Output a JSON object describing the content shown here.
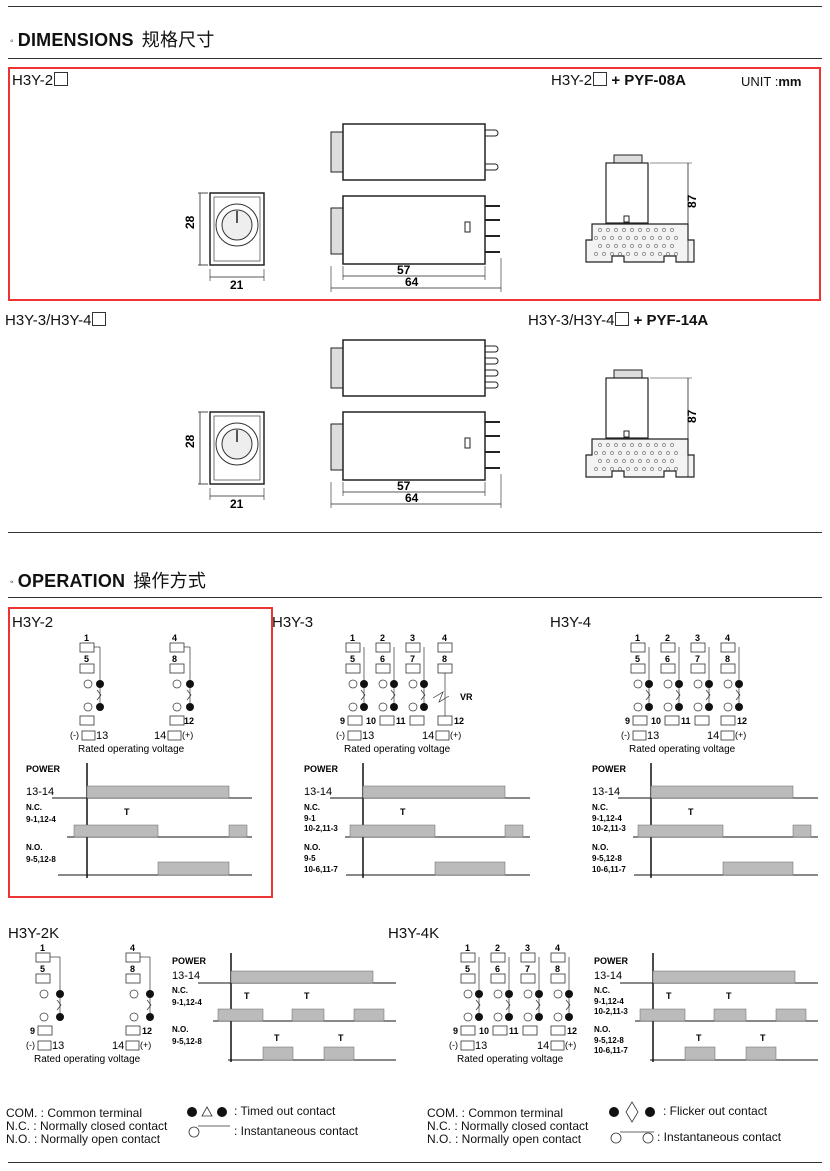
{
  "dimensions": {
    "title": "DIMENSIONS",
    "title_cn": "规格尺寸",
    "top_left_model": "H3Y-2",
    "top_right_model": "H3Y-2",
    "top_right_socket": "+ PYF-08A",
    "unit_label": "UNIT :",
    "unit_value": "mm",
    "bottom_left_model": "H3Y-3/H3Y-4",
    "bottom_right_model": "H3Y-3/H3Y-4",
    "bottom_right_socket": "+ PYF-14A",
    "dim_height": "28",
    "dim_width": "21",
    "dim_body": "57",
    "dim_total": "64",
    "dim_socket_height": "87"
  },
  "operation": {
    "title": "OPERATION",
    "title_cn": "操作方式",
    "models": {
      "h3y2": "H3Y-2",
      "h3y3": "H3Y-3",
      "h3y4": "H3Y-4",
      "h3y2k": "H3Y-2K",
      "h3y4k": "H3Y-4K"
    },
    "rated_voltage": "Rated  operating  voltage",
    "power": "POWER",
    "t1314": "13-14",
    "nc": "N.C.",
    "no": "N.O.",
    "t": "T",
    "vr": "VR",
    "neg": "(-)",
    "pos": "(+)",
    "term13": "13",
    "term14": "14",
    "nc_2": "9-1,12-4",
    "no_2": "9-5,12-8",
    "nc_34_a": "9-1",
    "nc_34_b": "10-2,11-3",
    "no_34_a": "9-5",
    "no_34_b": "10-6,11-7",
    "nc_4_a": "9-1,12-4",
    "no_4_a": "9-5,12-8"
  },
  "legend": {
    "com": "COM. : Common  terminal",
    "nc": "N.C.  : Normally  closed  contact",
    "no": "N.O.  : Normally  open  contact",
    "timed": ": Timed  out  contact",
    "flicker": ": Flicker  out  contact",
    "instant": ": Instantaneous  contact"
  }
}
